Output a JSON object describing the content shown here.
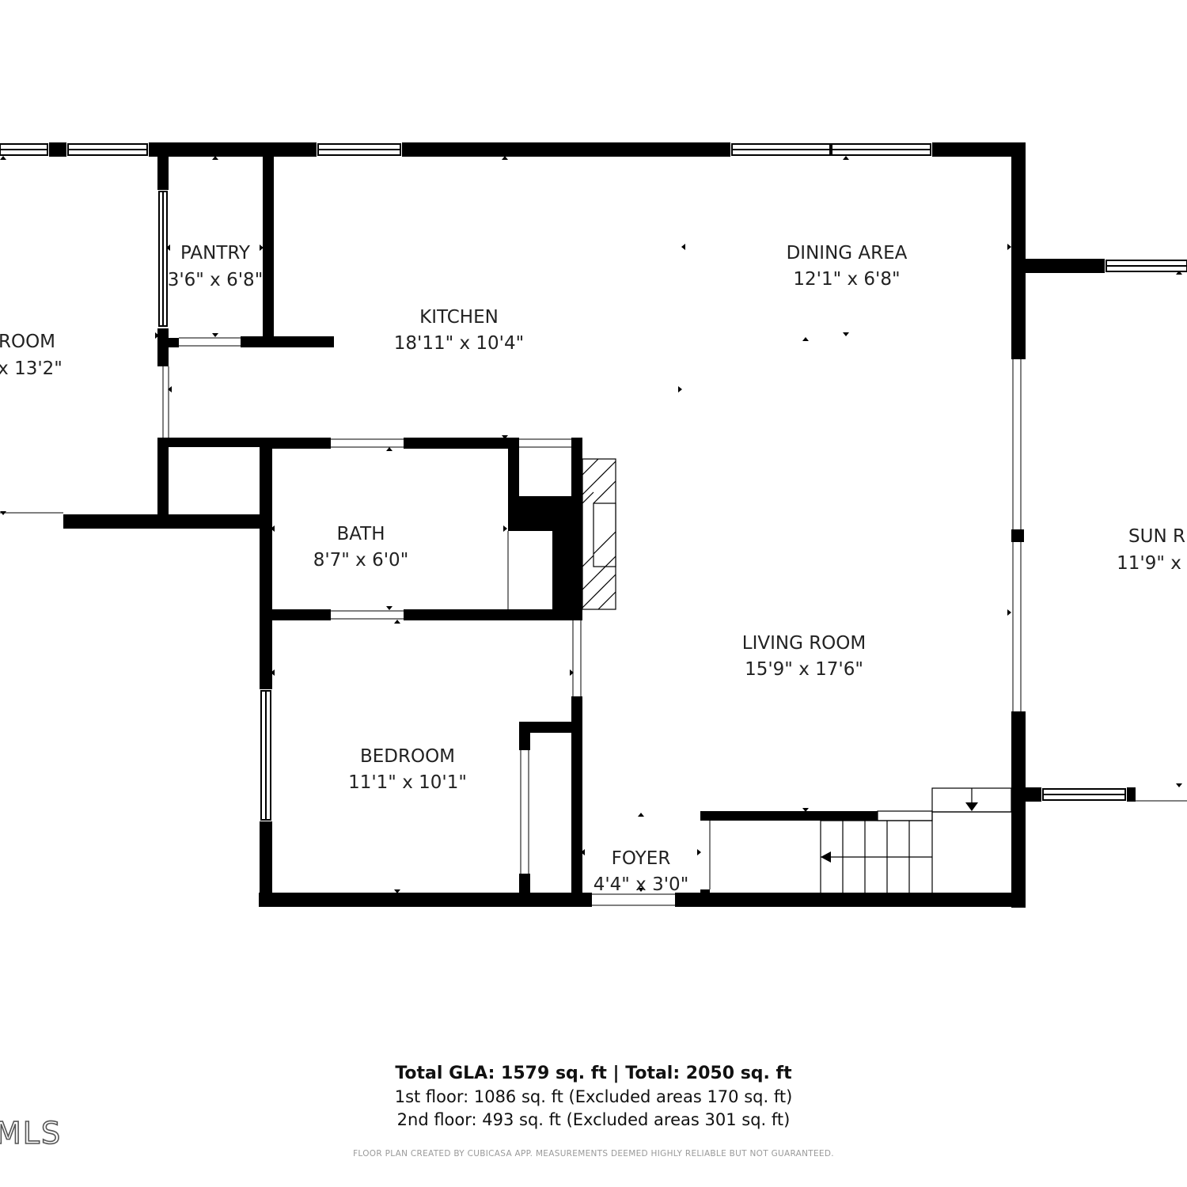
{
  "rooms": {
    "left_room": {
      "name": "ROOM",
      "dims": "x 13'2\""
    },
    "pantry": {
      "name": "PANTRY",
      "dims": "3'6\" x 6'8\""
    },
    "kitchen": {
      "name": "KITCHEN",
      "dims": "18'11\" x 10'4\""
    },
    "dining": {
      "name": "DINING AREA",
      "dims": "12'1\" x 6'8\""
    },
    "bath": {
      "name": "BATH",
      "dims": "8'7\" x 6'0\""
    },
    "living": {
      "name": "LIVING ROOM",
      "dims": "15'9\" x 17'6\""
    },
    "sunroom": {
      "name": "SUN R",
      "dims": "11'9\" x"
    },
    "bedroom": {
      "name": "BEDROOM",
      "dims": "11'1\" x 10'1\""
    },
    "foyer": {
      "name": "FOYER",
      "dims": "4'4\" x 3'0\""
    }
  },
  "totals": {
    "line1": "Total GLA: 1579 sq. ft | Total: 2050 sq. ft",
    "line2": "1st floor: 1086 sq. ft (Excluded areas 170 sq. ft)",
    "line3": "2nd floor: 493 sq. ft (Excluded areas 301 sq. ft)"
  },
  "disclaimer": "FLOOR PLAN CREATED BY CUBICASA APP. MEASUREMENTS DEEMED HIGHLY RELIABLE BUT NOT GUARANTEED.",
  "watermark": "MLS",
  "colors": {
    "wall": "#000000",
    "background": "#ffffff"
  }
}
